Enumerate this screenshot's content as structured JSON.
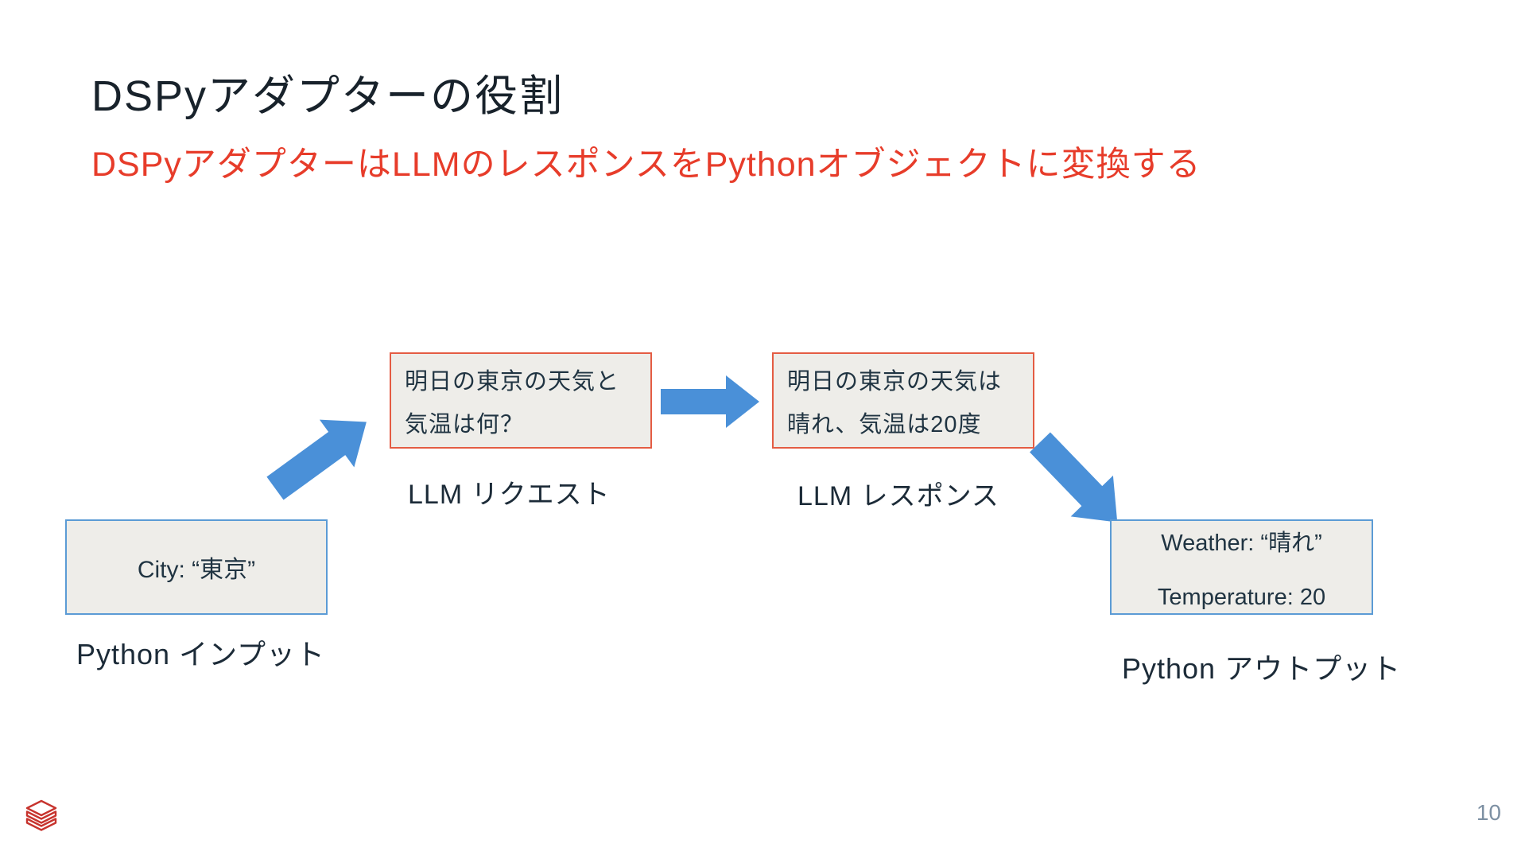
{
  "header": {
    "title": "DSPyアダプターの役割",
    "subtitle": "DSPyアダプターはLLMのレスポンスをPythonオブジェクトに変換する"
  },
  "diagram": {
    "nodes": [
      {
        "id": "python-input",
        "border": "blue",
        "lines": [
          "City: “東京”"
        ],
        "label": "Python インプット"
      },
      {
        "id": "llm-request",
        "border": "red",
        "lines": [
          "明日の東京の天気と",
          "気温は何？"
        ],
        "label": "LLM リクエスト"
      },
      {
        "id": "llm-response",
        "border": "red",
        "lines": [
          "明日の東京の天気は",
          "晴れ、気温は20度"
        ],
        "label": "LLM レスポンス"
      },
      {
        "id": "python-output",
        "border": "blue",
        "lines": [
          "Weather: “晴れ”",
          "Temperature: 20"
        ],
        "label": "Python アウトプット"
      }
    ],
    "arrows": [
      {
        "name": "input-to-request",
        "direction": "up-right"
      },
      {
        "name": "request-to-response",
        "direction": "right"
      },
      {
        "name": "response-to-output",
        "direction": "down-right"
      }
    ]
  },
  "footer": {
    "logo": "databricks-logo",
    "page_number": "10"
  },
  "colors": {
    "title_text": "#18222b",
    "subtitle_text": "#e73c2a",
    "box_bg": "#eeede9",
    "box_text": "#203442",
    "label_text": "#1c2b38",
    "red_border": "#e45c43",
    "blue_border": "#5b9bd5",
    "arrow": "#4a90d8",
    "logo": "#c7342e",
    "page_number": "#7d90a3"
  }
}
